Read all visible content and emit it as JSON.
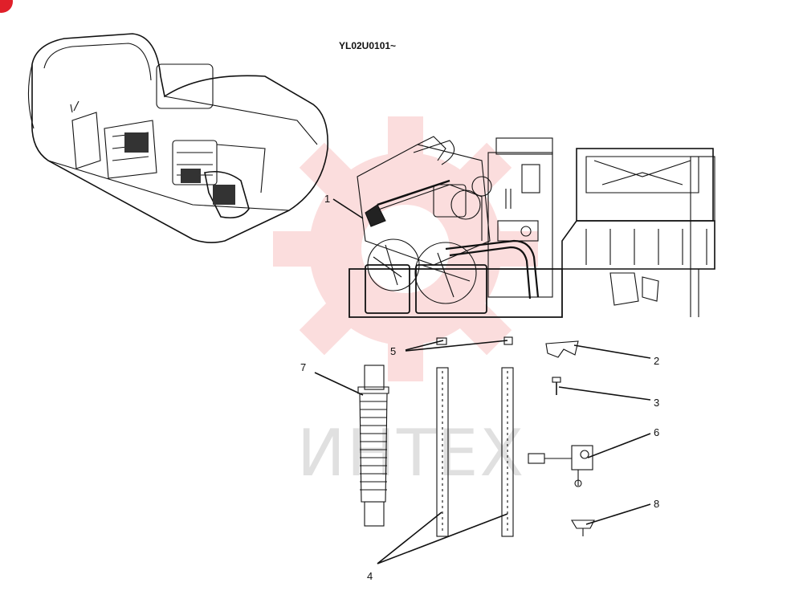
{
  "drawing_code": "YL02U0101~",
  "watermark": {
    "text": "ИНТЕХ",
    "color": "#f5a0a0"
  },
  "callouts": [
    {
      "id": "1",
      "text": "1"
    },
    {
      "id": "2",
      "text": "2"
    },
    {
      "id": "3",
      "text": "3"
    },
    {
      "id": "4",
      "text": "4"
    },
    {
      "id": "5",
      "text": "5"
    },
    {
      "id": "6",
      "text": "6"
    },
    {
      "id": "7",
      "text": "7"
    },
    {
      "id": "8",
      "text": "8"
    }
  ],
  "corner_badge": {
    "color": "#e0202a"
  }
}
